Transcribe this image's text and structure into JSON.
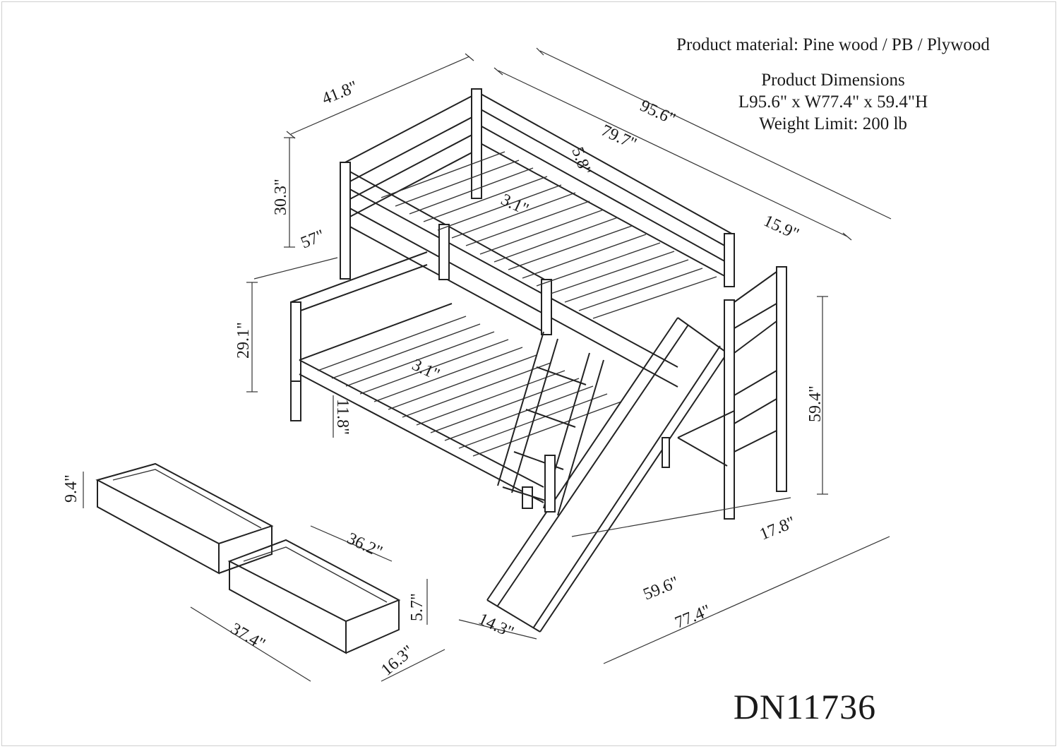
{
  "specs": {
    "material": "Product material: Pine wood / PB / Plywood",
    "dimensions_title": "Product Dimensions",
    "dimensions": "L95.6\" x W77.4\" x 59.4\"H",
    "weight_limit": "Weight Limit: 200 lb"
  },
  "model_number": "DN11736",
  "dimensions": {
    "top_width": "41.8\"",
    "overall_length": "95.6\"",
    "top_length": "79.7\"",
    "top_rail_height": "30.3\"",
    "guard_rail": "5.8\"",
    "top_slat_gap": "3.1\"",
    "top_offset": "15.9\"",
    "bottom_width": "57\"",
    "bottom_rail_height": "29.1\"",
    "bottom_slat_gap": "3.1\"",
    "bottom_clearance": "11.8\"",
    "overall_height": "59.4\"",
    "platform_depth": "17.8\"",
    "bottom_length": "59.6\"",
    "overall_width": "77.4\"",
    "slide_width": "14.3\"",
    "drawer_height": "9.4\"",
    "drawer_inner_length": "36.2\"",
    "drawer_inner_height": "5.7\"",
    "drawer_length": "37.4\"",
    "drawer_depth": "16.3\""
  }
}
